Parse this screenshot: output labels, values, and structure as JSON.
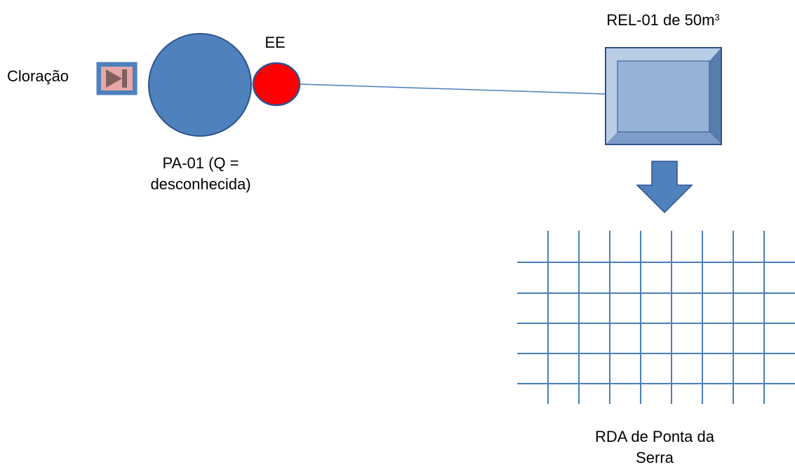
{
  "labels": {
    "chlorination": "Cloração",
    "pump_station": "EE",
    "well_line1": "PA-01 (Q =",
    "well_line2": "desconhecida)",
    "reservoir": "REL-01 de 50m",
    "reservoir_superscript": "3",
    "network_line1": "RDA de Ponta da",
    "network_line2": "Serra"
  },
  "colors": {
    "well_fill": "#4f81bd",
    "well_stroke": "#2f528f",
    "pump_fill": "#ff0000",
    "pump_stroke": "#2f528f",
    "pipe": "#4a7ebb",
    "chlorinator_fill": "#e6a7a6",
    "chlorinator_stroke": "#4a7ebb",
    "chlorinator_arrow": "#7f5f5f",
    "reservoir_face": "#95b3d7",
    "reservoir_bevel_light": "#b9cde5",
    "reservoir_bevel_dark": "#5a7db0",
    "reservoir_stroke": "#2f528f",
    "down_arrow": "#4f81bd",
    "grid": "#4a7ebb"
  },
  "icons": {
    "chlorinator": "chlorinator-valve-icon",
    "down_arrow": "down-arrow-icon"
  }
}
